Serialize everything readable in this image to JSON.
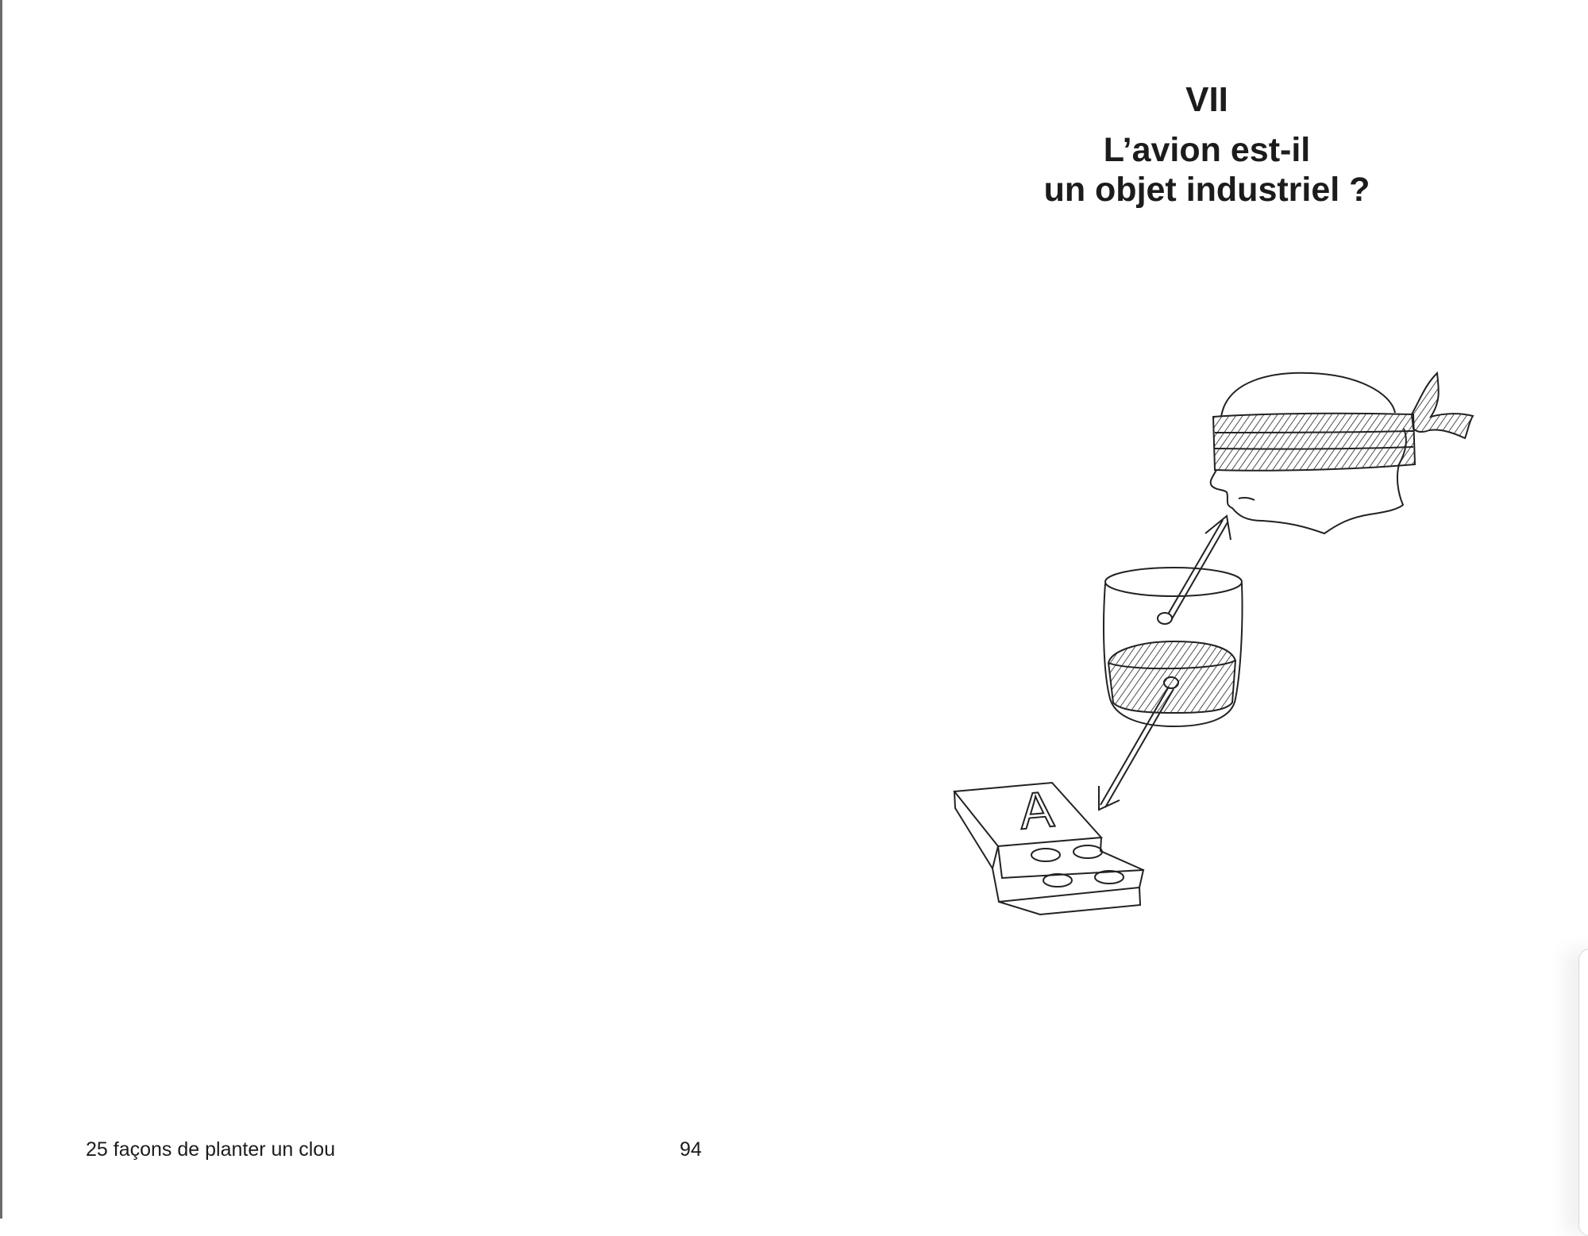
{
  "page": {
    "chapter_number": "VII",
    "title_line1": "L’avion est-il",
    "title_line2": "un objet industriel ?",
    "footer_book_title": "25 façons de planter un clou",
    "page_number": "94"
  },
  "illustration": {
    "box_letter": "A"
  }
}
